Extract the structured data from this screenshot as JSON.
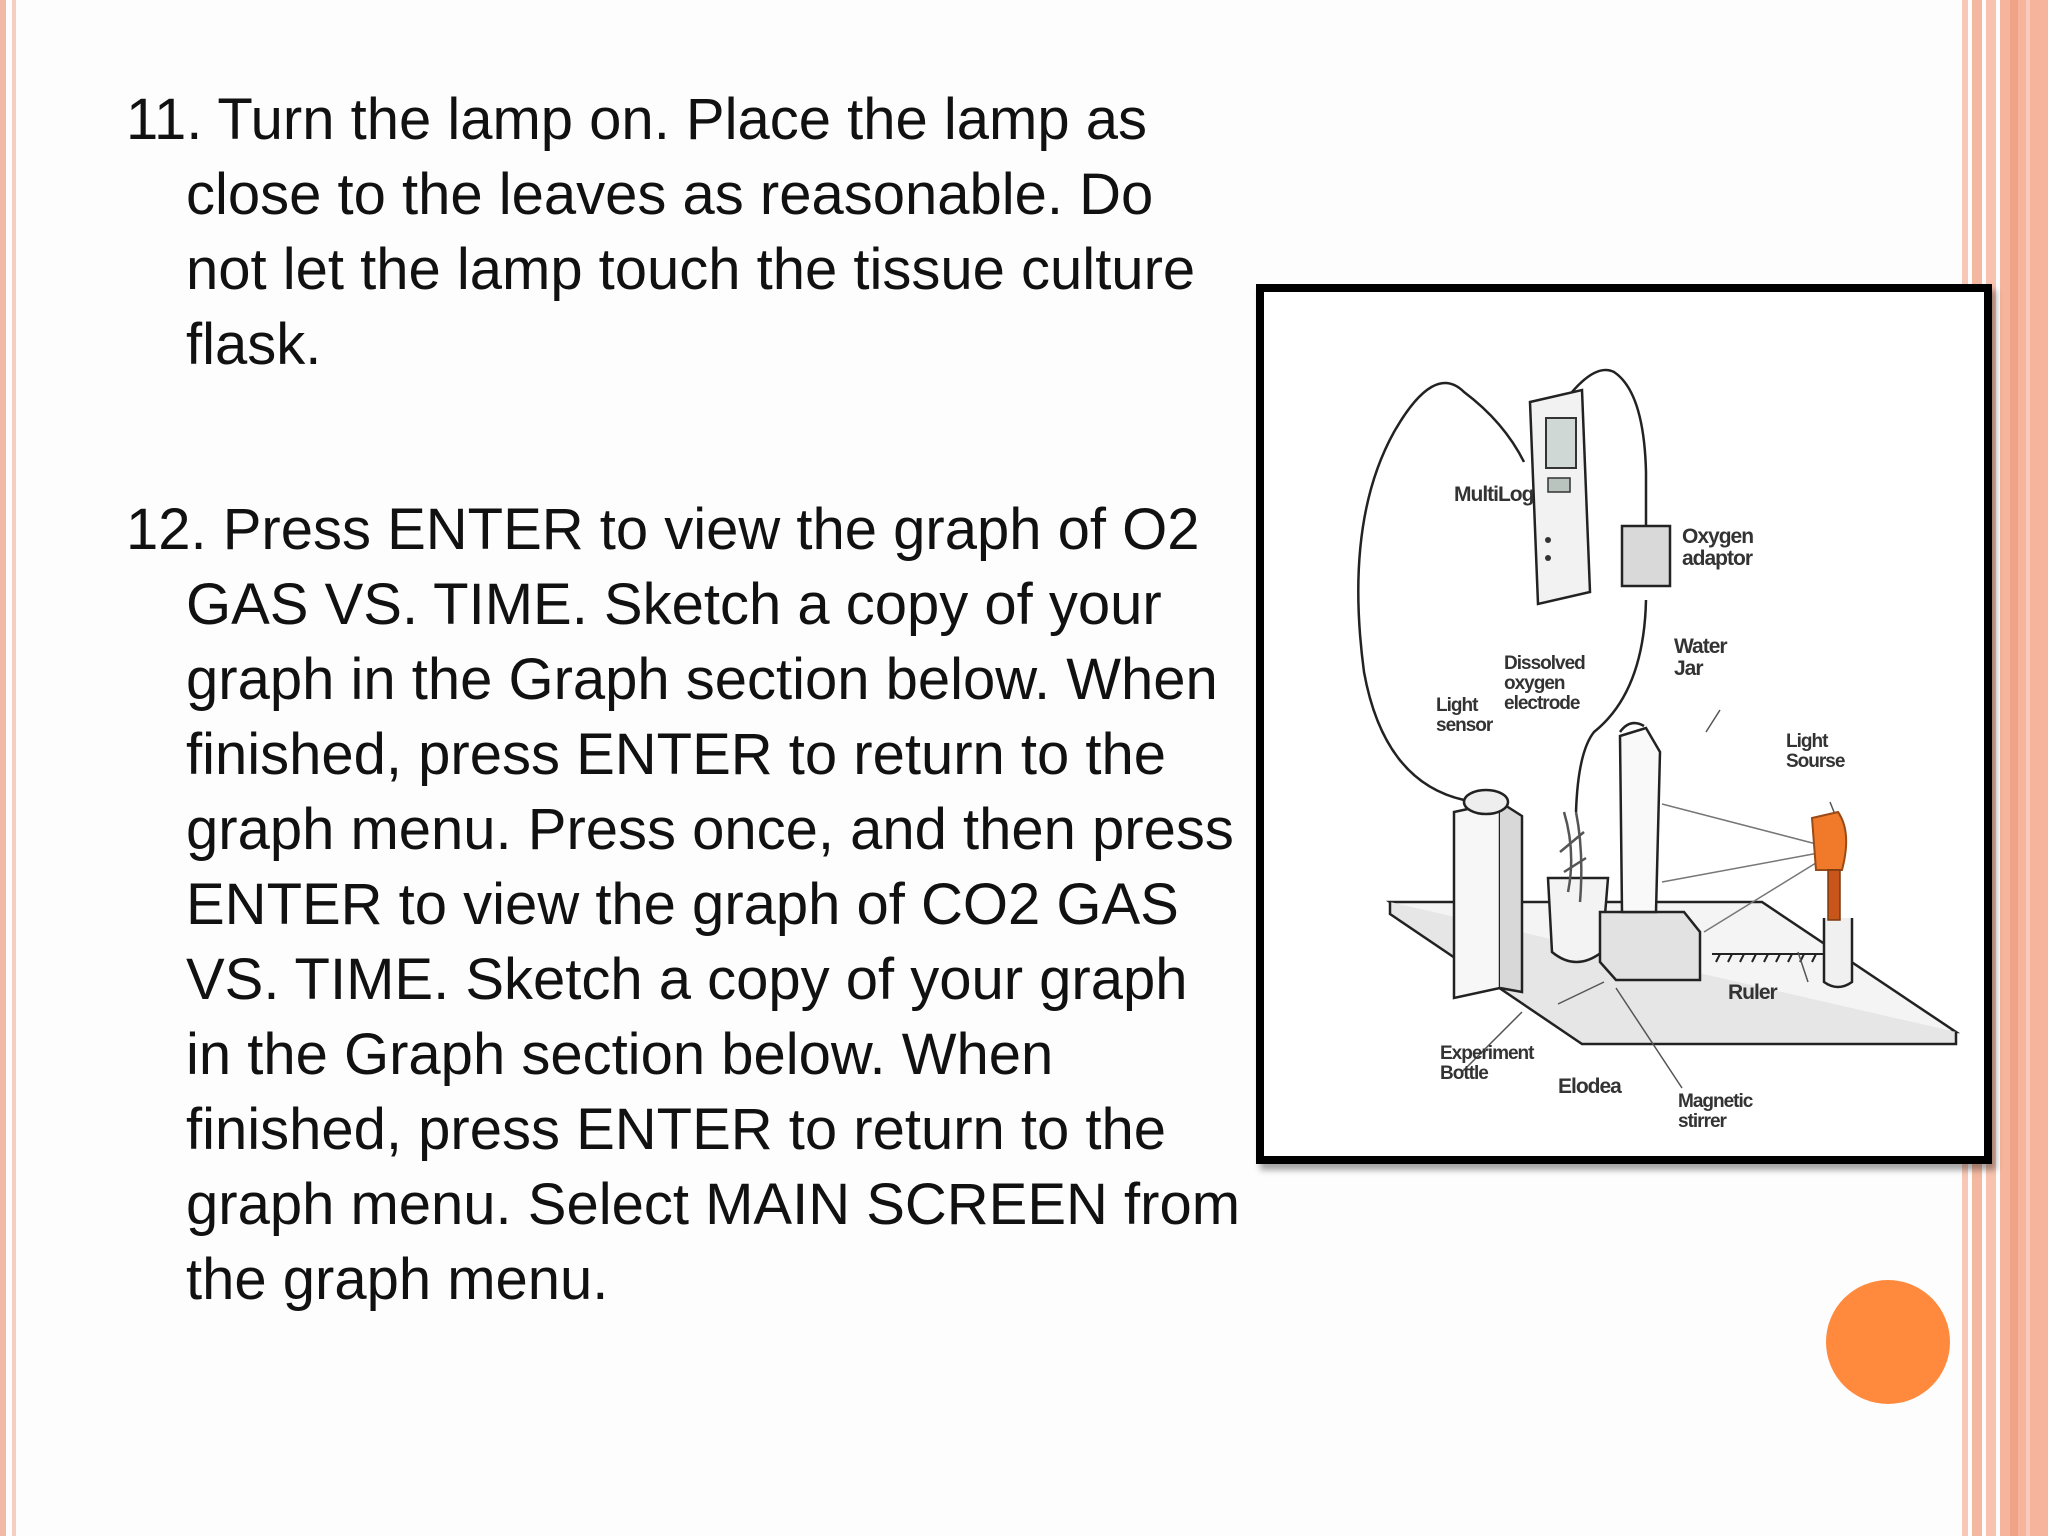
{
  "steps": [
    {
      "text": "11. Turn the lamp on. Place the lamp as close to the leaves as reasonable. Do not let the lamp touch the tissue culture flask."
    },
    {
      "text": "12. Press ENTER to view the graph of O2 GAS VS. TIME. Sketch a copy of your graph in the Graph section below. When finished, press ENTER to return to the graph menu. Press once, and then press ENTER to view the graph of CO2 GAS VS. TIME. Sketch a copy of your graph in the Graph section below. When finished, press ENTER to return to the graph menu. Select MAIN SCREEN from the graph menu."
    }
  ],
  "diagram": {
    "labels": {
      "multilog": "MultiLog",
      "oxygen_adaptor": "Oxygen\nadaptor",
      "water_jar": "Water\nJar",
      "dissolved_oxygen": "Dissolved\noxygen\nelectrode",
      "light_sensor": "Light\nsensor",
      "light_source": "Light\nSourse",
      "ruler": "Ruler",
      "experiment_bottle": "Experiment\nBottle",
      "elodea": "Elodea",
      "magnetic_stirrer": "Magnetic\nstirrer"
    }
  },
  "colors": {
    "accent_dot": "#ff8a3d",
    "lamp": "#f07a2a"
  }
}
